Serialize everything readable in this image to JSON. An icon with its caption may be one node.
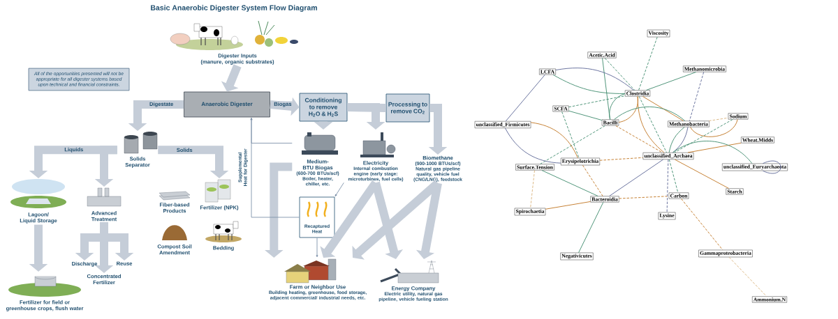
{
  "diagram": {
    "title": "Basic Anaerobic Digester System Flow Diagram",
    "nodes": [
      {
        "text": [
          "Digester Inputs",
          "(manure, organic substrates)"
        ]
      },
      {
        "text": [
          "All of the opportunities presented will not be appropriate for all digester systems based upon technical and financial constraints."
        ]
      },
      {
        "text": [
          "Anaerobic Digester"
        ]
      },
      {
        "text": [
          "Conditioning to remove H$_{2}$O & H$_{2}$S"
        ]
      },
      {
        "text": [
          "Processing to remove CO$_{2}$"
        ]
      },
      {
        "text": [
          "Solids Separator"
        ]
      },
      {
        "text": [
          "Lagoon/ Liquid Storage"
        ]
      },
      {
        "text": [
          "Advanced Treatment"
        ]
      },
      {
        "text": [
          "Fiber-based Products"
        ]
      },
      {
        "text": [
          "Fertilizer (NPK)"
        ]
      },
      {
        "text": [
          "Compost Soil Amendment"
        ]
      },
      {
        "text": [
          "Bedding"
        ]
      },
      {
        "text": [
          "Fertilizer for field or greenhouse crops, flush water"
        ]
      },
      {
        "text": [
          "Discharge"
        ]
      },
      {
        "text": [
          "Reuse"
        ]
      },
      {
        "text": [
          "Concentrated Fertilizer"
        ]
      },
      {
        "text": [
          "Medium-BTU Biogas",
          "(600-700 BTUs/scf)",
          "Boiler, heater, chiller, etc."
        ]
      },
      {
        "text": [
          "Electricity",
          "Internal combustion engine (early stage: microturbines, fuel cells)"
        ]
      },
      {
        "text": [
          "Biomethane",
          "(900-1000 BTUs/scf)",
          "Natural gas pipeline quality, vehicle fuel (CNG/LNG), feedstock"
        ]
      },
      {
        "text": [
          "Recaptured Heat"
        ]
      },
      {
        "text": [
          "Farm or Neighbor Use",
          "Building heating, greenhouse, food storage, adjacent commercial/ industrial needs, etc."
        ]
      },
      {
        "text": [
          "Energy Company",
          "Electric utility, natural gas pipeline, vehicle fueling station"
        ]
      },
      {
        "text": [
          "Viscosity"
        ]
      },
      {
        "text": [
          "Acetic.Acid"
        ]
      },
      {
        "text": [
          "LCFA"
        ]
      },
      {
        "text": [
          "Methanomicrobia"
        ]
      },
      {
        "text": [
          "Clostridia"
        ]
      },
      {
        "text": [
          "SCFA"
        ]
      },
      {
        "text": [
          "unclassified_Firmicutes"
        ]
      },
      {
        "text": [
          "Bacilli"
        ]
      },
      {
        "text": [
          "Methanobacteria"
        ]
      },
      {
        "text": [
          "Sodium"
        ]
      },
      {
        "text": [
          "Wheat.Midds"
        ]
      },
      {
        "text": [
          "unclassified_Archaea"
        ]
      },
      {
        "text": [
          "Erysipelotrichia"
        ]
      },
      {
        "text": [
          "Surface.Tension"
        ]
      },
      {
        "text": [
          "unclassified_Euryarchaeota"
        ]
      },
      {
        "text": [
          "Starch"
        ]
      },
      {
        "text": [
          "Carbon"
        ]
      },
      {
        "text": [
          "Bacteroidia"
        ]
      },
      {
        "text": [
          "Spirochaetia"
        ]
      },
      {
        "text": [
          "Lysine"
        ]
      },
      {
        "text": [
          "Negativicutes"
        ]
      },
      {
        "text": [
          "Gammaproteobacteria"
        ]
      },
      {
        "text": [
          "Ammonium.N"
        ]
      }
    ],
    "edges": [
      {
        "from": 0,
        "to": 2,
        "arrow": "to",
        "style": "thick",
        "color": "#c5cdd8"
      },
      {
        "from": 2,
        "to": 5,
        "arrow": "to",
        "style": "thick",
        "color": "#c5cdd8",
        "label": "Digestate"
      },
      {
        "from": 2,
        "to": 3,
        "arrow": "to",
        "style": "thick",
        "color": "#c5cdd8",
        "label": "Biogas"
      },
      {
        "from": 3,
        "to": 4,
        "arrow": "none",
        "style": "thick",
        "color": "#c5cdd8"
      },
      {
        "from": 4,
        "to": 18,
        "arrow": "to",
        "style": "thick",
        "color": "#c5cdd8"
      },
      {
        "from": 3,
        "to": 16,
        "arrow": "to",
        "style": "thick",
        "color": "#c5cdd8"
      },
      {
        "from": 3,
        "to": 17,
        "arrow": "to",
        "style": "thick",
        "color": "#c5cdd8"
      },
      {
        "from": 5,
        "to": 6,
        "arrow": "to",
        "style": "thick",
        "color": "#c5cdd8",
        "label": "Liquids"
      },
      {
        "from": 5,
        "to": 7,
        "arrow": "to",
        "style": "thick",
        "color": "#c5cdd8"
      },
      {
        "from": 5,
        "to": 9,
        "arrow": "to",
        "style": "thick",
        "color": "#c5cdd8",
        "label": "Solids"
      },
      {
        "from": 6,
        "to": 12,
        "arrow": "to",
        "style": "thick",
        "color": "#c5cdd8"
      },
      {
        "from": 7,
        "to": 13,
        "arrow": "to",
        "style": "thick",
        "color": "#c5cdd8"
      },
      {
        "from": 7,
        "to": 14,
        "arrow": "to",
        "style": "thick",
        "color": "#c5cdd8"
      },
      {
        "from": 7,
        "to": 15,
        "arrow": "to",
        "style": "thick",
        "color": "#c5cdd8"
      },
      {
        "from": 16,
        "to": 20,
        "arrow": "to",
        "style": "thick",
        "color": "#c5cdd8"
      },
      {
        "from": 17,
        "to": 20,
        "arrow": "to",
        "style": "thick",
        "color": "#c5cdd8"
      },
      {
        "from": 17,
        "to": 21,
        "arrow": "to",
        "style": "thick",
        "color": "#c5cdd8"
      },
      {
        "from": 18,
        "to": 20,
        "arrow": "to",
        "style": "thick",
        "color": "#c5cdd8"
      },
      {
        "from": 18,
        "to": 21,
        "arrow": "to",
        "style": "thick",
        "color": "#c5cdd8"
      },
      {
        "from": 16,
        "to": 2,
        "arrow": "to",
        "color": "#7f93aa"
      },
      {
        "from": 19,
        "to": 2,
        "arrow": "to",
        "color": "#7f93aa",
        "label": "Supplemental Heat for Digester"
      },
      {
        "from": 17,
        "to": 19,
        "arrow": "to",
        "color": "#7f93aa"
      },
      {
        "from": 19,
        "to": 20,
        "arrow": "to",
        "color": "#7f93aa"
      },
      {
        "from": 22,
        "to": 26,
        "arrow": "none",
        "style": "dashed",
        "color": "#3d8a6c"
      },
      {
        "from": 23,
        "to": 26,
        "arrow": "none",
        "style": "dashed",
        "color": "#3d8a6c"
      },
      {
        "from": 23,
        "to": 29,
        "arrow": "none",
        "color": "#3d8a6c"
      },
      {
        "from": 24,
        "to": 26,
        "arrow": "none",
        "color": "#5b6595"
      },
      {
        "from": 24,
        "to": 26,
        "arrow": "none",
        "color": "#3d8a6c"
      },
      {
        "from": 24,
        "to": 28,
        "arrow": "none",
        "color": "#5b6595"
      },
      {
        "from": 25,
        "to": 26,
        "arrow": "none",
        "color": "#3d8a6c"
      },
      {
        "from": 25,
        "to": 30,
        "arrow": "none",
        "style": "dashed",
        "color": "#5b6595"
      },
      {
        "from": 27,
        "to": 26,
        "arrow": "none",
        "style": "dashed",
        "color": "#3d8a6c"
      },
      {
        "from": 27,
        "to": 29,
        "arrow": "none",
        "color": "#3d8a6c"
      },
      {
        "from": 27,
        "to": 34,
        "arrow": "none",
        "style": "dashed",
        "color": "#3d8a6c"
      },
      {
        "from": 26,
        "to": 29,
        "arrow": "none",
        "color": "#3d8a6c"
      },
      {
        "from": 26,
        "to": 29,
        "arrow": "none",
        "color": "#c0741f"
      },
      {
        "from": 26,
        "to": 33,
        "arrow": "none",
        "color": "#c0741f"
      },
      {
        "from": 26,
        "to": 30,
        "arrow": "none",
        "color": "#c0741f"
      },
      {
        "from": 26,
        "to": 33,
        "arrow": "none",
        "style": "dashed",
        "color": "#3d8a6c"
      },
      {
        "from": 29,
        "to": 30,
        "arrow": "none",
        "color": "#3d8a6c"
      },
      {
        "from": 29,
        "to": 33,
        "arrow": "none",
        "style": "dashed",
        "color": "#c0741f"
      },
      {
        "from": 29,
        "to": 35,
        "arrow": "none",
        "style": "dashed",
        "color": "#3d8a6c"
      },
      {
        "from": 28,
        "to": 34,
        "arrow": "none",
        "color": "#c0741f"
      },
      {
        "from": 28,
        "to": 34,
        "arrow": "none",
        "color": "#5b6595"
      },
      {
        "from": 30,
        "to": 31,
        "arrow": "none",
        "style": "dashed",
        "color": "#d9b27a"
      },
      {
        "from": 30,
        "to": 31,
        "arrow": "none",
        "color": "#c0741f"
      },
      {
        "from": 31,
        "to": 33,
        "arrow": "none",
        "style": "dashed",
        "color": "#3d8a6c"
      },
      {
        "from": 30,
        "to": 33,
        "arrow": "none",
        "color": "#5b6595"
      },
      {
        "from": 30,
        "to": 33,
        "arrow": "none",
        "color": "#3d8a6c"
      },
      {
        "from": 32,
        "to": 33,
        "arrow": "none",
        "color": "#c0741f"
      },
      {
        "from": 33,
        "to": 36,
        "arrow": "none",
        "color": "#3d8a6c"
      },
      {
        "from": 36,
        "to": 36,
        "arrow": "none",
        "color": "#5b6595"
      },
      {
        "from": 34,
        "to": 33,
        "arrow": "none",
        "style": "dashed",
        "color": "#c0741f"
      },
      {
        "from": 34,
        "to": 39,
        "arrow": "none",
        "style": "dashed",
        "color": "#c0741f"
      },
      {
        "from": 35,
        "to": 39,
        "arrow": "none",
        "color": "#3d8a6c"
      },
      {
        "from": 35,
        "to": 40,
        "arrow": "none",
        "style": "dashed",
        "color": "#d9b27a"
      },
      {
        "from": 40,
        "to": 39,
        "arrow": "none",
        "color": "#c0741f"
      },
      {
        "from": 39,
        "to": 33,
        "arrow": "none",
        "color": "#5b6595"
      },
      {
        "from": 39,
        "to": 38,
        "arrow": "none",
        "style": "dashed",
        "color": "#c0741f"
      },
      {
        "from": 39,
        "to": 42,
        "arrow": "none",
        "color": "#3d8a6c"
      },
      {
        "from": 33,
        "to": 41,
        "arrow": "none",
        "style": "dashed",
        "color": "#5b6595"
      },
      {
        "from": 33,
        "to": 38,
        "arrow": "none",
        "style": "dashed",
        "color": "#3d8a6c"
      },
      {
        "from": 33,
        "to": 37,
        "arrow": "none",
        "color": "#c0741f"
      },
      {
        "from": 38,
        "to": 43,
        "arrow": "none",
        "style": "dashed",
        "color": "#c0741f"
      },
      {
        "from": 43,
        "to": 44,
        "arrow": "none",
        "style": "dashed",
        "color": "#d9b27a"
      }
    ]
  }
}
